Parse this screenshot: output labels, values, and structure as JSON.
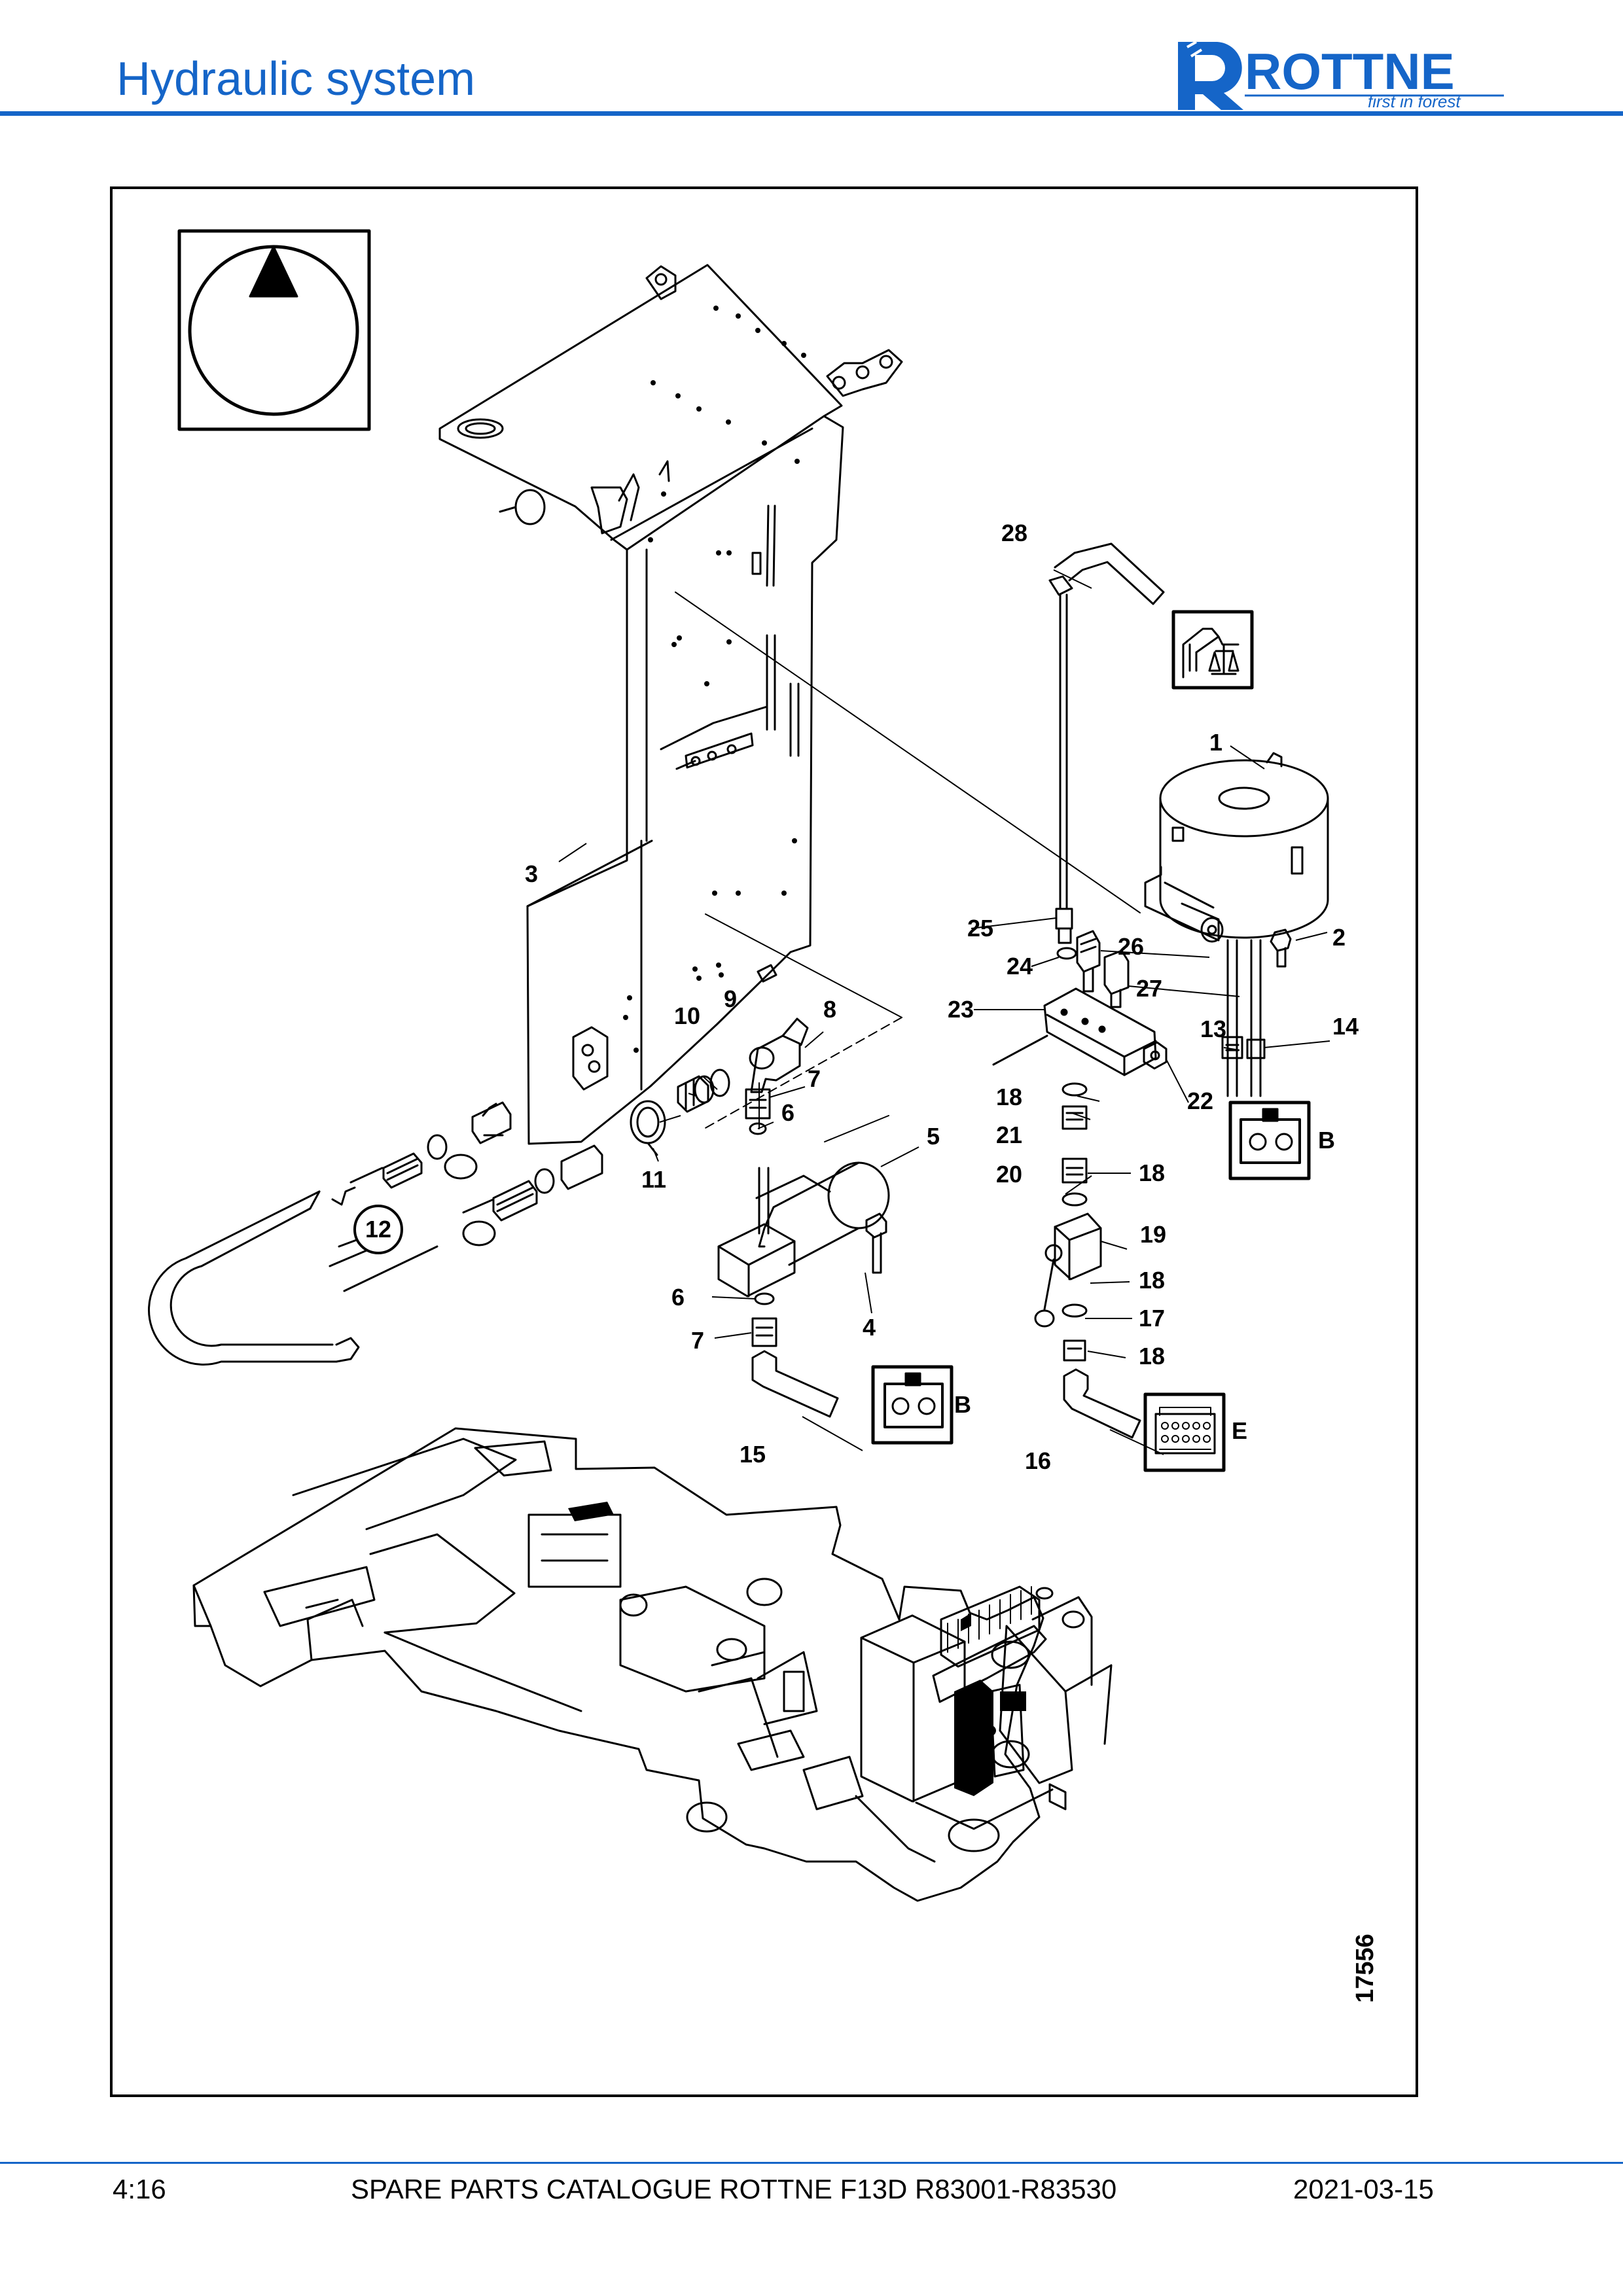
{
  "header": {
    "title": "Hydraulic system",
    "logo_text": "ROTTNE",
    "logo_tagline": "first in forest",
    "brand_color": "#1565c8"
  },
  "diagram": {
    "drawing_number": "17556",
    "callouts": [
      "1",
      "2",
      "3",
      "4",
      "5",
      "6",
      "6",
      "7",
      "7",
      "8",
      "9",
      "10",
      "11",
      "12",
      "13",
      "14",
      "15",
      "16",
      "17",
      "18",
      "18",
      "18",
      "18",
      "19",
      "20",
      "21",
      "22",
      "23",
      "24",
      "25",
      "26",
      "27",
      "28"
    ],
    "connector_labels": [
      "B",
      "B",
      "E"
    ]
  },
  "footer": {
    "page": "4:16",
    "catalogue": "SPARE PARTS CATALOGUE ROTTNE F13D R83001-R83530",
    "date": "2021-03-15"
  }
}
